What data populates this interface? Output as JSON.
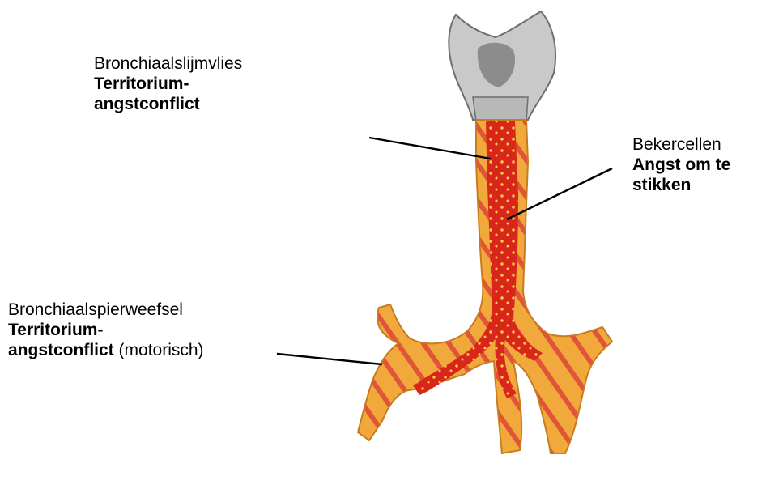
{
  "labels": {
    "mucosa": {
      "line1": "Bronchiaalslijmvlies",
      "line2": "Territorium-",
      "line3": "angstconflict"
    },
    "goblet": {
      "line1": "Bekercellen",
      "line2": "Angst om te",
      "line3": "stikken"
    },
    "muscle": {
      "line1": "Bronchiaalspierweefsel",
      "line2": "Territorium-",
      "line3_bold": "angstconflict",
      "line3_normal": " (motorisch)"
    }
  },
  "colors": {
    "airway_orange": "#F2A93B",
    "mucosa_red": "#D8261A",
    "dots_yellow": "#F6D04A",
    "stripe_red": "#E0553A",
    "cartilage_gray": "#C9C9C9",
    "leader_line": "#000000"
  }
}
